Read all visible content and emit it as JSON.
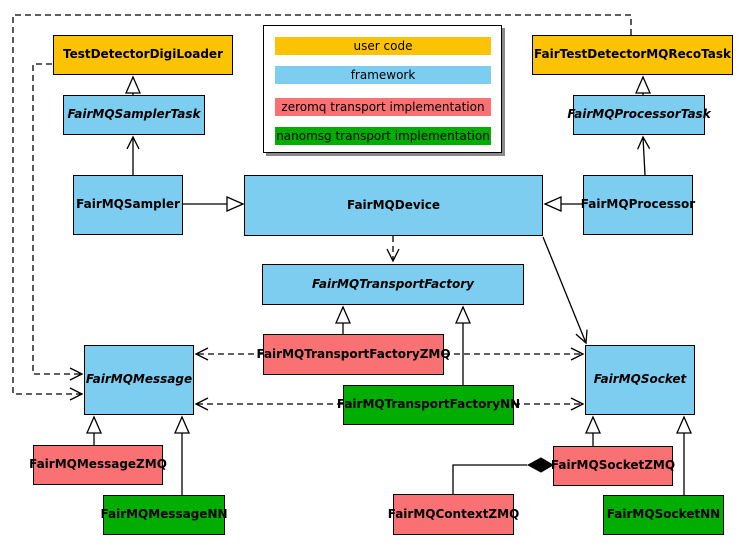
{
  "diagram": {
    "kind": "uml-class-diagram",
    "legend": {
      "items": [
        {
          "label": "user code",
          "color": "#FCC204"
        },
        {
          "label": "framework",
          "color": "#7DCDF0"
        },
        {
          "label": "zeromq transport implementation",
          "color": "#F97173"
        },
        {
          "label": "nanomsg transport implementation",
          "color": "#02AD02"
        }
      ]
    },
    "nodes": {
      "testDetectorDigiLoader": {
        "label": "TestDetectorDigiLoader",
        "type": "user-code",
        "abstract": false
      },
      "fairTestDetectorMQRecoTask": {
        "label": "FairTestDetectorMQRecoTask",
        "type": "user-code",
        "abstract": false
      },
      "fairMQSamplerTask": {
        "label": "FairMQSamplerTask",
        "type": "framework",
        "abstract": true
      },
      "fairMQProcessorTask": {
        "label": "FairMQProcessorTask",
        "type": "framework",
        "abstract": true
      },
      "fairMQSampler": {
        "label": "FairMQSampler",
        "type": "framework",
        "abstract": false
      },
      "fairMQDevice": {
        "label": "FairMQDevice",
        "type": "framework",
        "abstract": false
      },
      "fairMQProcessor": {
        "label": "FairMQProcessor",
        "type": "framework",
        "abstract": false
      },
      "fairMQTransportFactory": {
        "label": "FairMQTransportFactory",
        "type": "framework",
        "abstract": true
      },
      "fairMQTransportFactoryZMQ": {
        "label": "FairMQTransportFactoryZMQ",
        "type": "zeromq",
        "abstract": false
      },
      "fairMQTransportFactoryNN": {
        "label": "FairMQTransportFactoryNN",
        "type": "nanomsg",
        "abstract": false
      },
      "fairMQMessage": {
        "label": "FairMQMessage",
        "type": "framework",
        "abstract": true
      },
      "fairMQSocket": {
        "label": "FairMQSocket",
        "type": "framework",
        "abstract": true
      },
      "fairMQMessageZMQ": {
        "label": "FairMQMessageZMQ",
        "type": "zeromq",
        "abstract": false
      },
      "fairMQMessageNN": {
        "label": "FairMQMessageNN",
        "type": "nanomsg",
        "abstract": false
      },
      "fairMQContextZMQ": {
        "label": "FairMQContextZMQ",
        "type": "zeromq",
        "abstract": false
      },
      "fairMQSocketZMQ": {
        "label": "FairMQSocketZMQ",
        "type": "zeromq",
        "abstract": false
      },
      "fairMQSocketNN": {
        "label": "FairMQSocketNN",
        "type": "nanomsg",
        "abstract": false
      }
    },
    "edges": [
      {
        "tail": "FairMQSamplerTask",
        "head": "TestDetectorDigiLoader",
        "line": "solid",
        "head_style": "hollow-triangle"
      },
      {
        "tail": "FairMQProcessorTask",
        "head": "FairTestDetectorMQRecoTask",
        "line": "solid",
        "head_style": "hollow-triangle"
      },
      {
        "tail": "FairMQSampler",
        "head": "FairMQDevice",
        "line": "solid",
        "head_style": "hollow-triangle"
      },
      {
        "tail": "FairMQProcessor",
        "head": "FairMQDevice",
        "line": "solid",
        "head_style": "hollow-triangle"
      },
      {
        "tail": "FairMQSampler",
        "head": "FairMQSamplerTask",
        "line": "solid",
        "head_style": "open-arrow"
      },
      {
        "tail": "FairMQProcessor",
        "head": "FairMQProcessorTask",
        "line": "solid",
        "head_style": "open-arrow"
      },
      {
        "tail": "FairMQDevice",
        "head": "FairMQTransportFactory",
        "line": "dashed",
        "head_style": "open-arrow"
      },
      {
        "tail": "FairMQDevice",
        "head": "FairMQSocket",
        "line": "solid",
        "head_style": "open-arrow"
      },
      {
        "tail": "FairMQTransportFactoryZMQ",
        "head": "FairMQTransportFactory",
        "line": "solid",
        "head_style": "hollow-triangle"
      },
      {
        "tail": "FairMQTransportFactoryNN",
        "head": "FairMQTransportFactory",
        "line": "solid",
        "head_style": "hollow-triangle"
      },
      {
        "tail": "FairTestDetectorMQRecoTask",
        "head": "FairMQMessage",
        "line": "dashed",
        "head_style": "open-arrow"
      },
      {
        "tail": "TestDetectorDigiLoader",
        "head": "FairMQMessage",
        "line": "dashed",
        "head_style": "open-arrow"
      },
      {
        "tail": "FairMQTransportFactoryZMQ",
        "head": "FairMQMessage",
        "line": "dashed",
        "head_style": "open-arrow"
      },
      {
        "tail": "FairMQTransportFactoryNN",
        "head": "FairMQMessage",
        "line": "dashed",
        "head_style": "open-arrow"
      },
      {
        "tail": "FairMQTransportFactoryZMQ",
        "head": "FairMQSocket",
        "line": "dashed",
        "head_style": "open-arrow"
      },
      {
        "tail": "FairMQTransportFactoryNN",
        "head": "FairMQSocket",
        "line": "dashed",
        "head_style": "open-arrow"
      },
      {
        "tail": "FairMQMessageZMQ",
        "head": "FairMQMessage",
        "line": "solid",
        "head_style": "hollow-triangle"
      },
      {
        "tail": "FairMQMessageNN",
        "head": "FairMQMessage",
        "line": "solid",
        "head_style": "hollow-triangle"
      },
      {
        "tail": "FairMQSocketZMQ",
        "head": "FairMQSocket",
        "line": "solid",
        "head_style": "hollow-triangle"
      },
      {
        "tail": "FairMQSocketNN",
        "head": "FairMQSocket",
        "line": "solid",
        "head_style": "hollow-triangle"
      },
      {
        "tail": "FairMQContextZMQ",
        "head": "FairMQSocketZMQ",
        "line": "solid",
        "head_style": "filled-diamond"
      }
    ]
  }
}
